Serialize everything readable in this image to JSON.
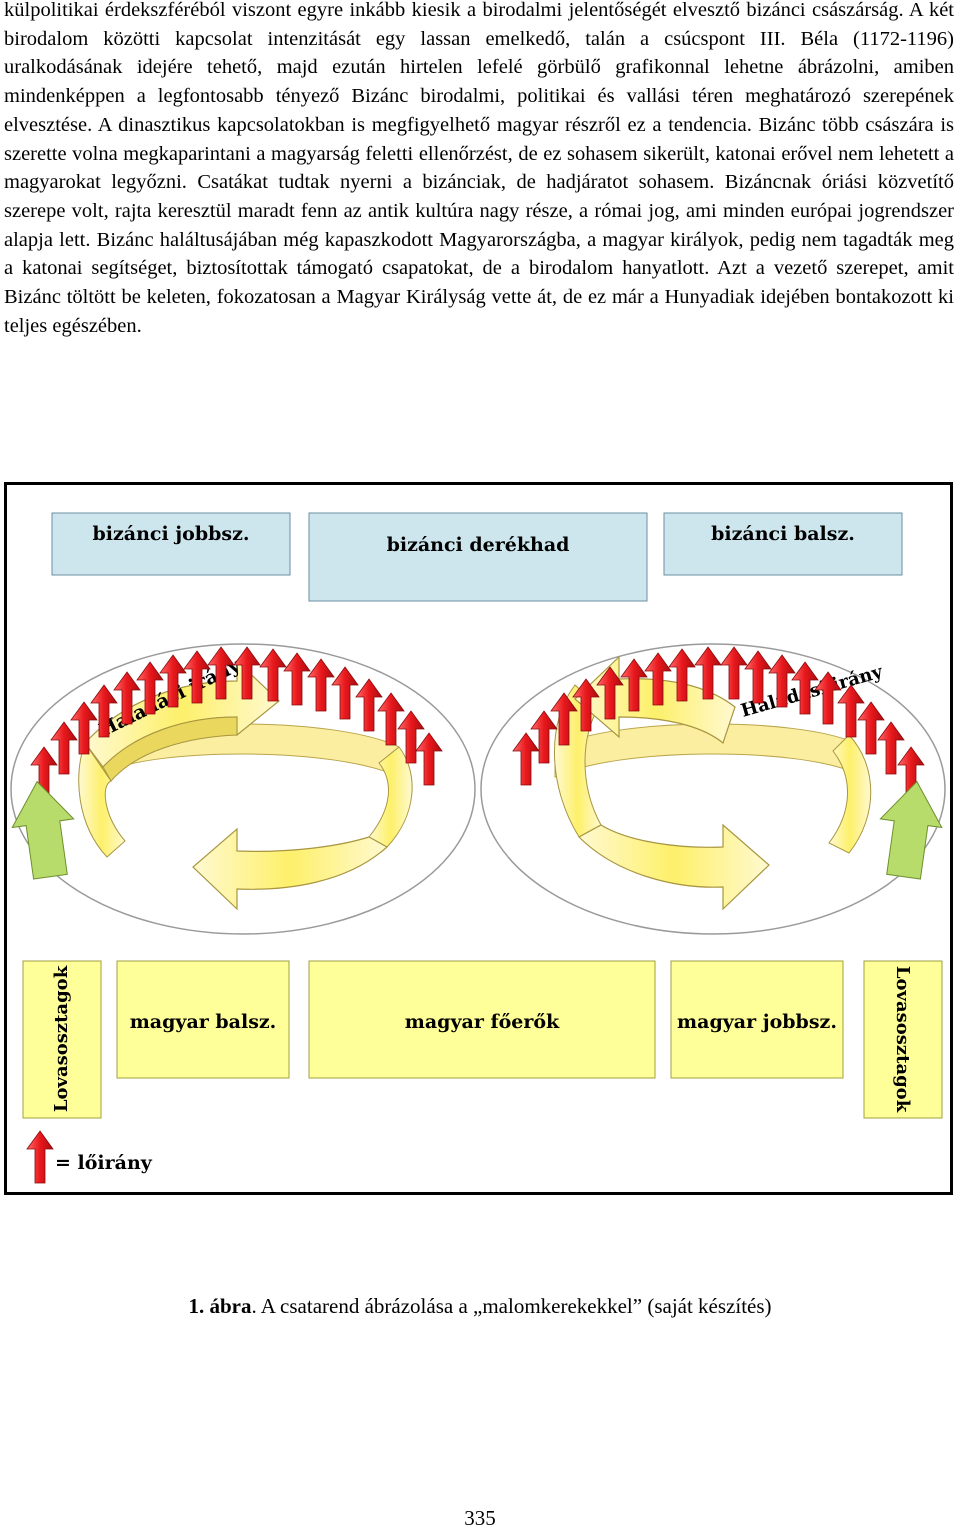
{
  "body_text": "külpolitikai érdekszféréból viszont egyre inkább kiesik a birodalmi jelentőségét elvesztő bizánci császárság. A két birodalom közötti kapcsolat intenzitását egy lassan emelkedő, talán a csúcspont III. Béla (1172-1196) uralkodásának idejére tehető, majd ezután hirtelen lefelé görbülő grafikonnal lehetne ábrázolni, amiben mindenképpen a legfontosabb tényező Bizánc birodalmi, politikai és vallási téren meghatározó szerepének elvesztése. A dinasztikus kapcsolatokban is megfigyelhető magyar részről ez a tendencia. Bizánc több császára is szerette volna megkaparintani a magyarság feletti ellenőrzést, de ez sohasem sikerült, katonai erővel nem lehetett a magyarokat legyőzni. Csatákat tudtak nyerni a bizánciak, de hadjáratot sohasem. Bizáncnak óriási közvetítő szerepe volt, rajta keresztül maradt fenn az antik kultúra nagy része, a római jog, ami minden európai jogrendszer alapja lett. Bizánc haláltusájában még kapaszkodott Magyarországba, a magyar királyok, pedig nem tagadták meg a katonai segítséget, biztosítottak támogató csapatokat, de a birodalom hanyatlott. Azt a vezető szerepet, amit Bizánc töltött be keleten, fokozatosan a Magyar Királyság vette át, de ez már a Hunyadiak idejében bontakozott ki teljes egészében.",
  "figure": {
    "byzantine": {
      "right_wing": "bizánci jobbsz.",
      "center": "bizánci derékhad",
      "left_wing": "bizánci balsz."
    },
    "direction_label": "Haladási irány",
    "hungarian": {
      "left_wing": "magyar balsz.",
      "main_force": "magyar főerők",
      "right_wing": "magyar jobbsz."
    },
    "cavalry_label": "Lovasosztagok",
    "legend": "= lőirány",
    "colors": {
      "box_blue": "#cde6ee",
      "box_yellow": "#ffff99",
      "arrow_red": "#e8181c",
      "wheel_fill": "#fff5b3",
      "wheel_yellow": "#fdf57a"
    }
  },
  "caption": {
    "number": "1. ábra",
    "text": ". A csatarend ábrázolása a „malomkerekekkel” (saját készítés)"
  },
  "page_number": "335"
}
